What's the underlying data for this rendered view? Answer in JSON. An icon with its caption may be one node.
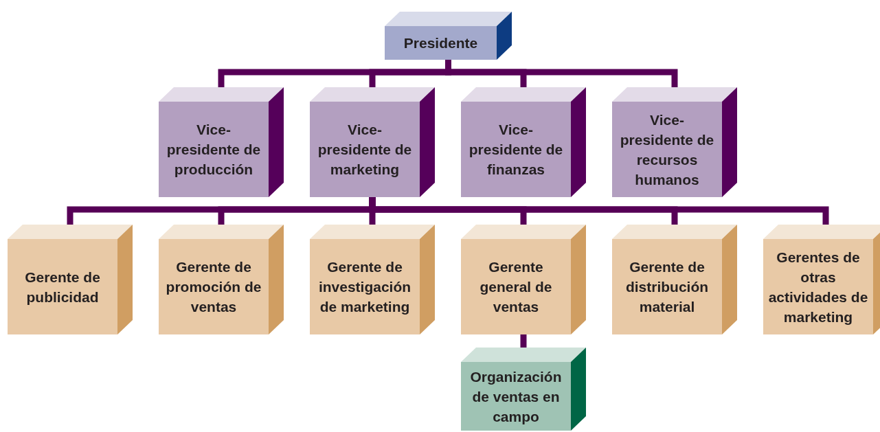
{
  "diagram": {
    "nodes": [
      {
        "text": [
          "Presidente"
        ]
      },
      {
        "text": [
          "Vice- presidente de producción"
        ]
      },
      {
        "text": [
          "Vice- presidente de marketing"
        ]
      },
      {
        "text": [
          "Vice- presidente de finanzas"
        ]
      },
      {
        "text": [
          "Vice- presidente de recursos humanos"
        ]
      },
      {
        "text": [
          "Gerente de publicidad"
        ]
      },
      {
        "text": [
          "Gerente de promoción de ventas"
        ]
      },
      {
        "text": [
          "Gerente de investigación de marketing"
        ]
      },
      {
        "text": [
          "Gerente general de ventas"
        ]
      },
      {
        "text": [
          "Gerente de distribución material"
        ]
      },
      {
        "text": [
          "Gerentes de otras actividades de marketing"
        ]
      },
      {
        "text": [
          "Organización de ventas en campo"
        ]
      }
    ],
    "edges": [
      {
        "from": 0,
        "to": 1,
        "arrow": "none"
      },
      {
        "from": 0,
        "to": 2,
        "arrow": "none"
      },
      {
        "from": 0,
        "to": 3,
        "arrow": "none"
      },
      {
        "from": 0,
        "to": 4,
        "arrow": "none"
      },
      {
        "from": 2,
        "to": 5,
        "arrow": "none"
      },
      {
        "from": 2,
        "to": 6,
        "arrow": "none"
      },
      {
        "from": 2,
        "to": 7,
        "arrow": "none"
      },
      {
        "from": 2,
        "to": 8,
        "arrow": "none"
      },
      {
        "from": 2,
        "to": 9,
        "arrow": "none"
      },
      {
        "from": 2,
        "to": 10,
        "arrow": "none"
      },
      {
        "from": 8,
        "to": 11,
        "arrow": "none"
      }
    ]
  }
}
